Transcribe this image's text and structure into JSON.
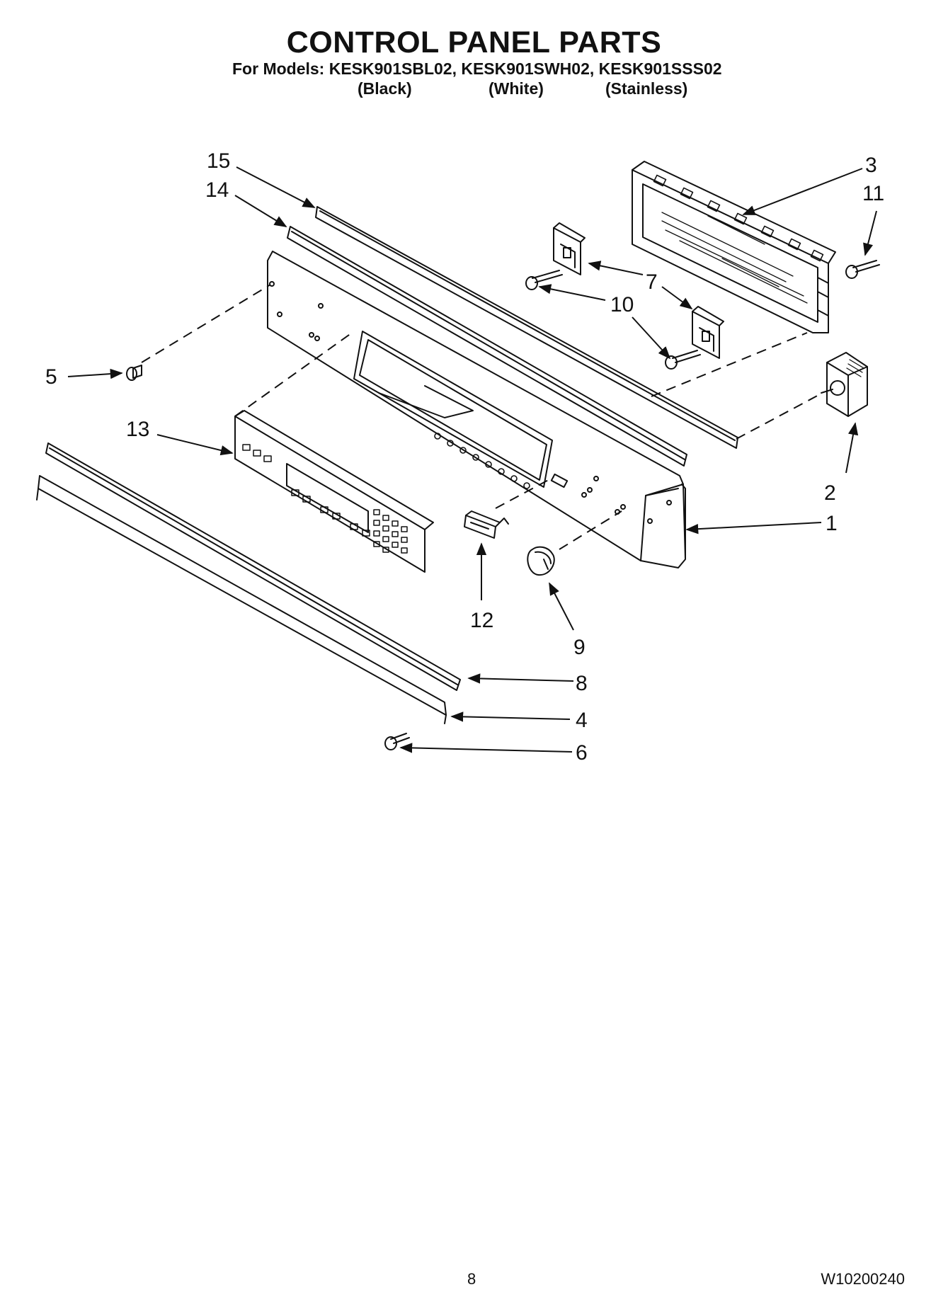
{
  "header": {
    "title": "CONTROL PANEL PARTS",
    "models_line": "For Models: KESK901SBL02, KESK901SWH02, KESK901SSS02",
    "colors": [
      "(Black)",
      "(White)",
      "(Stainless)"
    ]
  },
  "callouts": {
    "c1": "1",
    "c2": "2",
    "c3": "3",
    "c4": "4",
    "c5": "5",
    "c6": "6",
    "c7": "7",
    "c8": "8",
    "c9": "9",
    "c10": "10",
    "c11": "11",
    "c12": "12",
    "c13": "13",
    "c14": "14",
    "c15": "15"
  },
  "footer": {
    "page_number": "8",
    "document_number": "W10200240"
  }
}
